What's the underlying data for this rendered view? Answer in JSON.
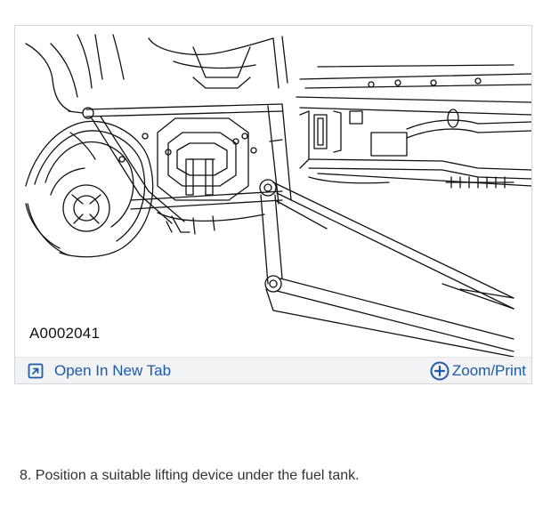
{
  "figure": {
    "id_label": "A0002041",
    "open_tab_label": "Open In New Tab",
    "zoom_label": "Zoom/Print",
    "link_color": "#1e5aa8",
    "toolbar_bg": "#f1f3f5"
  },
  "step": {
    "text": "8. Position a suitable lifting device under the fuel tank."
  },
  "icons": {
    "open_tab": "open-new-tab-icon",
    "zoom": "zoom-plus-circle-icon"
  }
}
